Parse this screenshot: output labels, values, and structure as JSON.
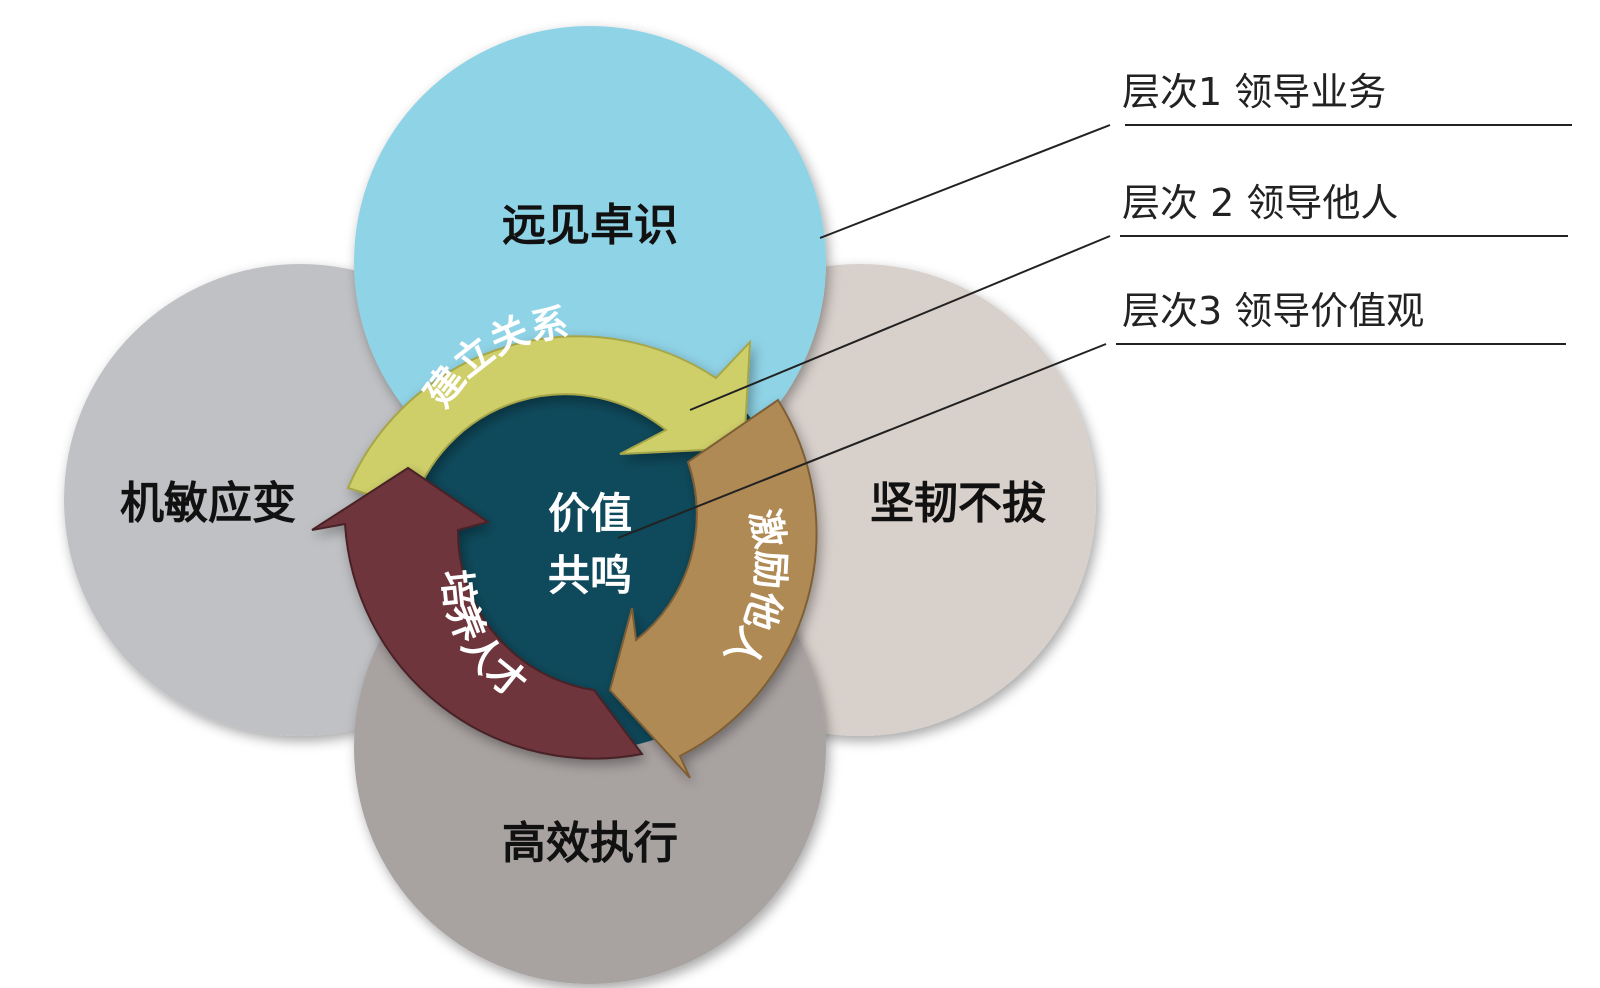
{
  "petals": {
    "top": {
      "label": "远见卓识",
      "color": "#8fd3e6"
    },
    "left": {
      "label": "机敏应变",
      "color": "#c0c1c4"
    },
    "right": {
      "label": "坚韧不拔",
      "color": "#d8d0cb"
    },
    "bottom": {
      "label": "高效执行",
      "color": "#a8a2a1"
    }
  },
  "cycle": {
    "arrow_top": {
      "label": "建立关系",
      "color": "#cfcf6a"
    },
    "arrow_right": {
      "label": "激励他人",
      "color": "#b08a55"
    },
    "arrow_left": {
      "label": "培养人才",
      "color": "#6e343c"
    }
  },
  "core": {
    "line1": "价值",
    "line2": "共鸣",
    "color": "#0f4a5c"
  },
  "levels": [
    {
      "label": "层次1 领导业务"
    },
    {
      "label": "层次 2 领导他人"
    },
    {
      "label": "层次3 领导价值观"
    }
  ]
}
